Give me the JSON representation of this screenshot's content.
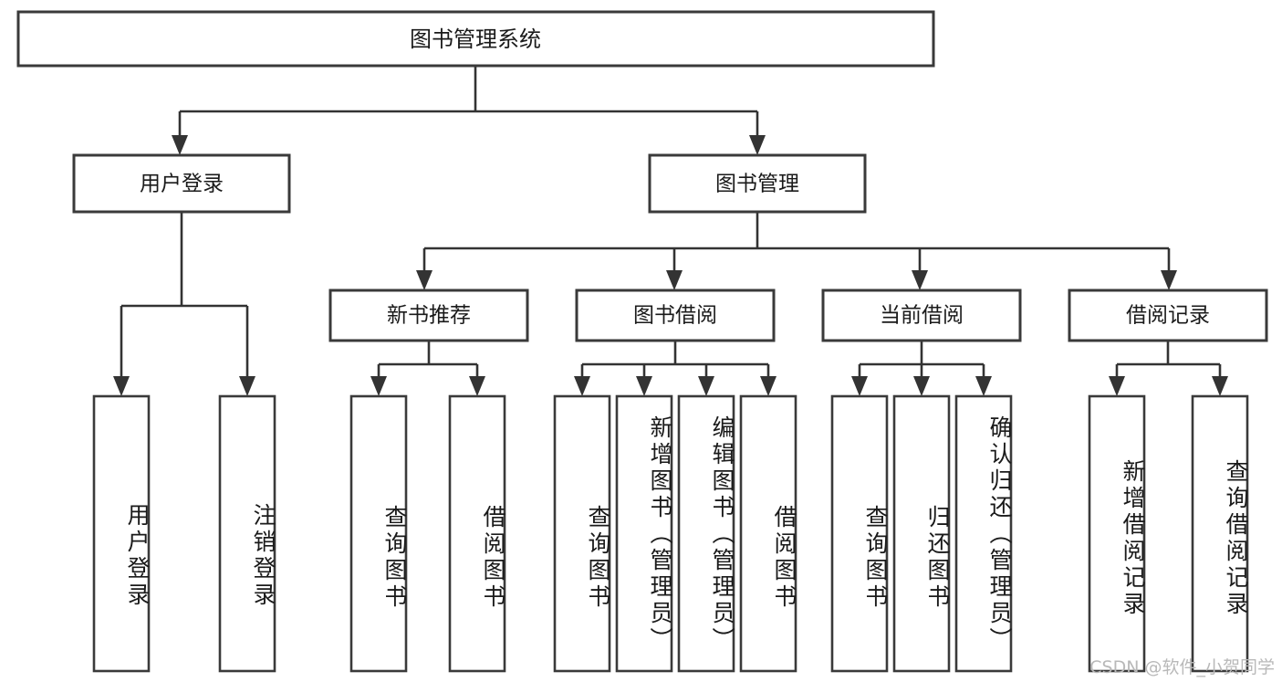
{
  "diagram": {
    "type": "tree",
    "title": "图书管理系统",
    "watermark": "CSDN @软件_小贺同学",
    "colors": {
      "box_stroke": "#3a3a3a",
      "connector": "#333333",
      "background": "#ffffff",
      "text": "#1a1a1a",
      "watermark": "#b9b9b9"
    },
    "root": {
      "label": "图书管理系统"
    },
    "level2": [
      {
        "label": "用户登录"
      },
      {
        "label": "图书管理"
      }
    ],
    "level3": [
      {
        "label": "新书推荐"
      },
      {
        "label": "图书借阅"
      },
      {
        "label": "当前借阅"
      },
      {
        "label": "借阅记录"
      }
    ],
    "leaves": {
      "user_login": [
        {
          "label": "用户登录"
        },
        {
          "label": "注销登录"
        }
      ],
      "new_book_recommend": [
        {
          "label": "查询图书"
        },
        {
          "label": "借阅图书"
        }
      ],
      "book_borrow": [
        {
          "label": "查询图书"
        },
        {
          "label": "新增图书（管理员）"
        },
        {
          "label": "编辑图书（管理员）"
        },
        {
          "label": "借阅图书"
        }
      ],
      "current_borrow": [
        {
          "label": "查询图书"
        },
        {
          "label": "归还图书"
        },
        {
          "label": "确认归还（管理员）"
        }
      ],
      "borrow_record": [
        {
          "label": "新增借阅记录"
        },
        {
          "label": "查询借阅记录"
        }
      ]
    }
  }
}
